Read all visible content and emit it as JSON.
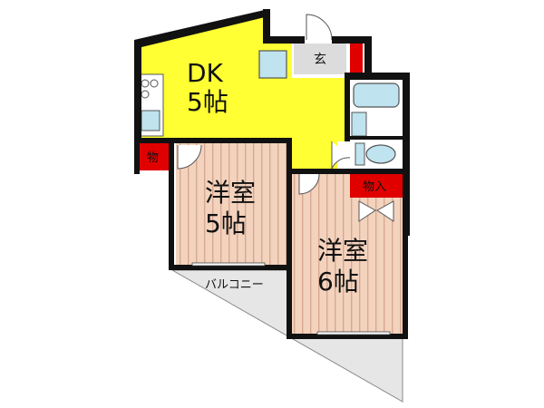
{
  "rooms": {
    "dk": {
      "name": "DK",
      "size": "5帖"
    },
    "western_left": {
      "name": "洋室",
      "size": "5帖"
    },
    "western_right": {
      "name": "洋室",
      "size": "6帖"
    }
  },
  "labels": {
    "entrance": "玄",
    "storage_left": "物",
    "storage_closet": "物入",
    "balcony": "バルコニー"
  },
  "colors": {
    "dk_floor": "#ffff33",
    "room_floor": "#f3d3be",
    "room_stripe": "#d8a890",
    "balcony": "#e6e6e6",
    "wall": "#111111",
    "storage_red": "#e00000",
    "fixture_blue": "#bfe3ef",
    "entrance_gray": "#dcdcdc"
  }
}
